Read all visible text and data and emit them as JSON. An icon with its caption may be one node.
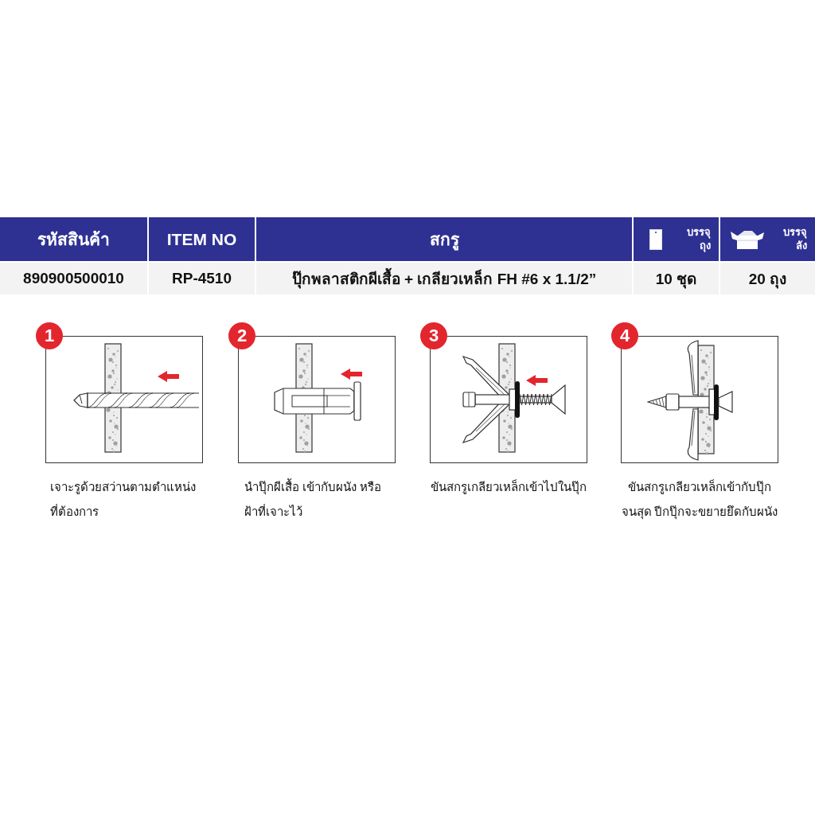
{
  "diagram": {
    "nodes": [
      {
        "text": [
          "1"
        ]
      },
      {
        "text": [],
        "shape": "picture",
        "beside": [
          "เจาะรูด้วยสว่านตามตำแหน่งที่ต้องการ"
        ]
      },
      {
        "text": [
          "2"
        ]
      },
      {
        "text": [],
        "shape": "picture",
        "beside": [
          "นำปุ๊กผีเสื้อ เข้ากับผนัง หรือฝ้าที่เจาะไว้"
        ]
      },
      {
        "text": [
          "3"
        ]
      },
      {
        "text": [],
        "shape": "picture",
        "beside": [
          "ขันสกรูเกลียวเหล็กเข้าไปในปุ๊ก"
        ]
      },
      {
        "text": [
          "4"
        ]
      },
      {
        "text": [],
        "shape": "picture",
        "beside": [
          "ขันสกรูเกลียวเหล็กเข้ากับปุ๊กจนสุด ปีกปุ๊กจะขยายยึดกับผนัง"
        ]
      }
    ],
    "labels": [
      "รหัสสินค้า",
      "ITEM NO",
      "สกรู",
      "บรรจุถุง",
      "บรรจุลัง",
      "890900500010",
      "RP-4510",
      "ปุ๊กพลาสติกผีเสื้อ + เกลียวเหล็ก FH #6 x 1.1/2”",
      "10 ชุด",
      "20 ถุง"
    ]
  }
}
